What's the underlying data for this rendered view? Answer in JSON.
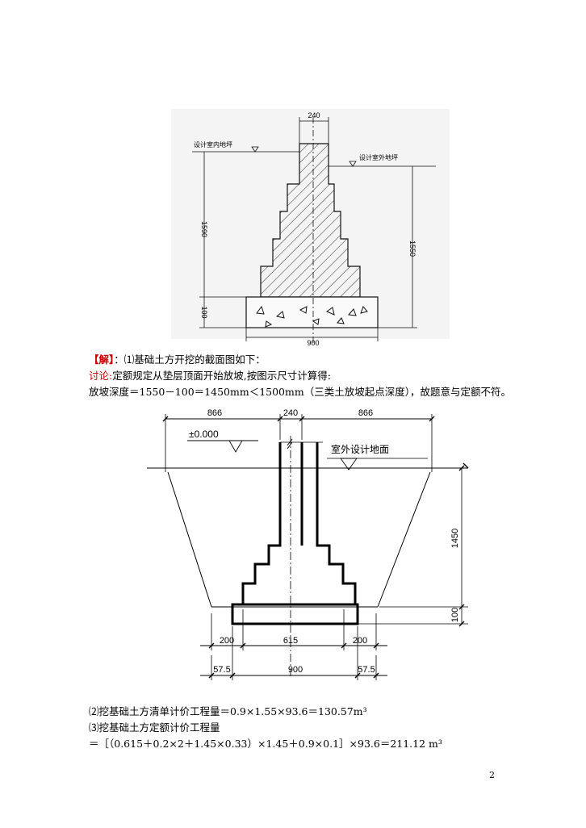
{
  "figure1": {
    "dim_top": "240",
    "indoor_level_label": "设计室内地坪",
    "outdoor_level_label": "设计室外地坪",
    "dim_left_height": "1590",
    "dim_right_height": "1550",
    "dim_cushion": "100",
    "dim_bottom": "900"
  },
  "solution": {
    "head_label": "【解】",
    "head_text": "：⑴基础土方开挖的截面图如下：",
    "discussion_label": "讨论:",
    "discussion_text": "定额规定从垫层顶面开始放坡,按图示尺寸计算得:",
    "slope_line": "放坡深度＝1550－100＝1450mm＜1500mm（三类土放坡起点深度），故题意与定额不符。"
  },
  "figure2": {
    "dim_left": "866",
    "dim_center": "240",
    "dim_right": "866",
    "level_zero": "±0.000",
    "outdoor_label": "室外设计地面",
    "dim_depth": "1450",
    "dim_cushion": "100",
    "dim_200_left": "200",
    "dim_615": "615",
    "dim_200_right": "200",
    "dim_575_left": "57.5",
    "dim_900": "900",
    "dim_575_right": "57.5"
  },
  "calc": {
    "line1": "⑵挖基础土方清单计价工程量＝0.9×1.55×93.6＝130.57m³",
    "line2": "⑶挖基础土方定额计价工程量",
    "line3": "＝［（0.615＋0.2×2＋1.45×0.33）×1.45＋0.9×0.1］×93.6＝211.12 m³"
  },
  "page_number": "2"
}
